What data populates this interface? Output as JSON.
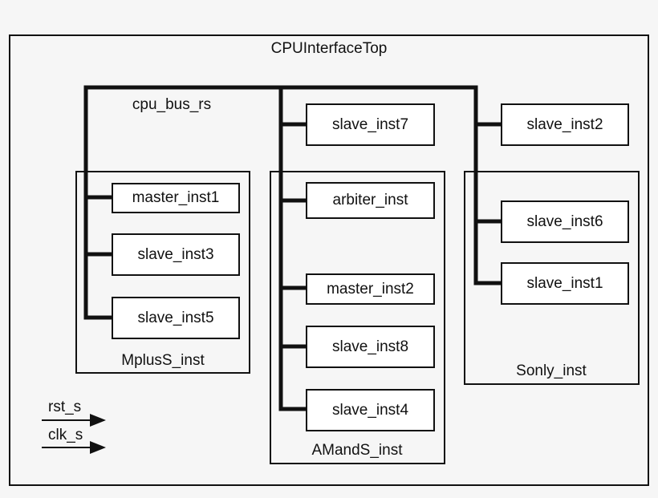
{
  "diagram": {
    "title": "CPUInterfaceTop",
    "bus_label": "cpu_bus_rs",
    "groups": {
      "mpluss": {
        "label": "MplusS_inst"
      },
      "amands": {
        "label": "AMandS_inst"
      },
      "sonly": {
        "label": "Sonly_inst"
      }
    },
    "instances": {
      "master_inst1": "master_inst1",
      "slave_inst3": "slave_inst3",
      "slave_inst5": "slave_inst5",
      "slave_inst7": "slave_inst7",
      "arbiter_inst": "arbiter_inst",
      "master_inst2": "master_inst2",
      "slave_inst8": "slave_inst8",
      "slave_inst4": "slave_inst4",
      "slave_inst2": "slave_inst2",
      "slave_inst6": "slave_inst6",
      "slave_inst1": "slave_inst1"
    },
    "signals": {
      "rst": "rst_s",
      "clk": "clk_s"
    }
  }
}
